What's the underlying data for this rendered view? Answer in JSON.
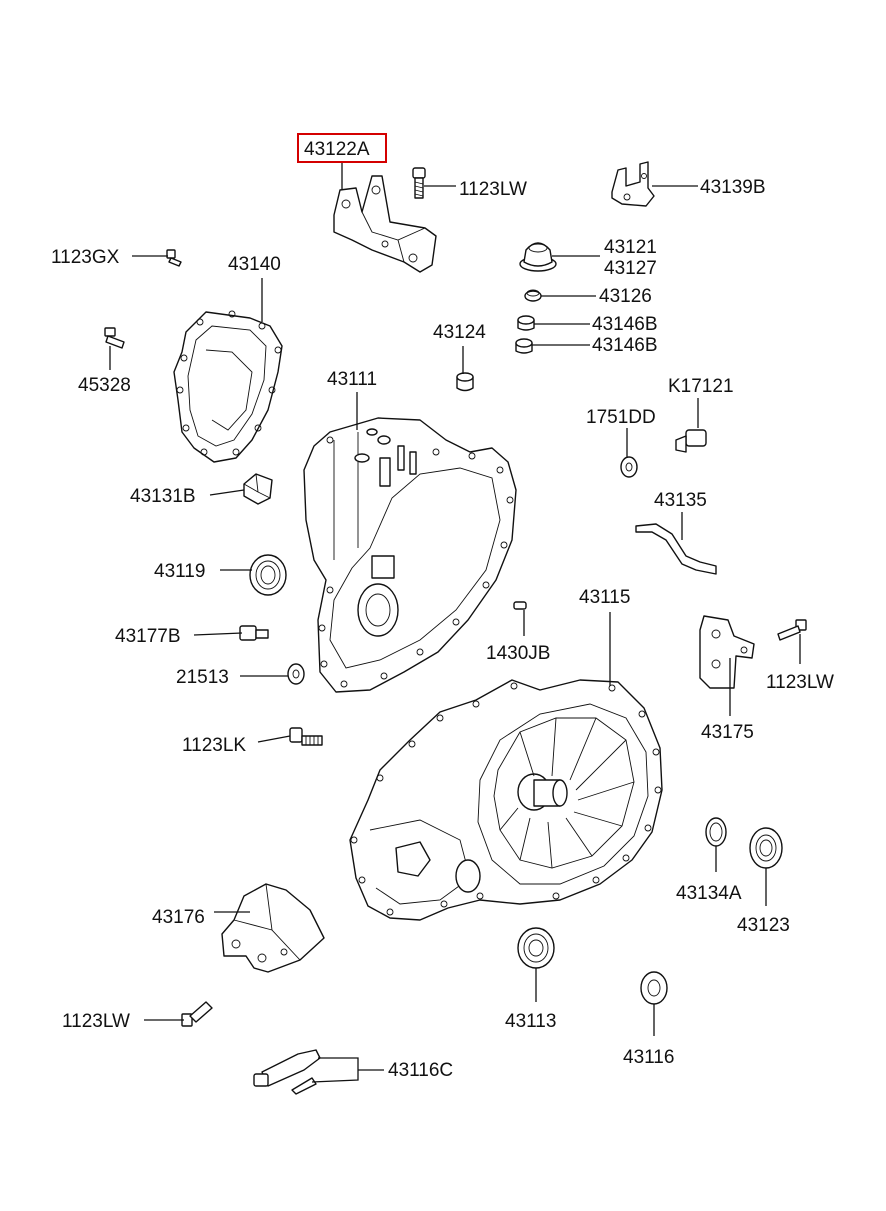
{
  "diagram": {
    "highlighted_part": "43122A",
    "highlight_color": "#d40000",
    "parts": [
      {
        "id": "p43122A",
        "label": "43122A"
      },
      {
        "id": "p1123LW_top",
        "label": "1123LW"
      },
      {
        "id": "p43139B",
        "label": "43139B"
      },
      {
        "id": "p1123GX",
        "label": "1123GX"
      },
      {
        "id": "p43140",
        "label": "43140"
      },
      {
        "id": "p43121",
        "label": "43121"
      },
      {
        "id": "p43127",
        "label": "43127"
      },
      {
        "id": "p43126",
        "label": "43126"
      },
      {
        "id": "p43146B_a",
        "label": "43146B"
      },
      {
        "id": "p43146B_b",
        "label": "43146B"
      },
      {
        "id": "p43124",
        "label": "43124"
      },
      {
        "id": "p45328",
        "label": "45328"
      },
      {
        "id": "p43111",
        "label": "43111"
      },
      {
        "id": "pK17121",
        "label": "K17121"
      },
      {
        "id": "p1751DD",
        "label": "1751DD"
      },
      {
        "id": "p43131B",
        "label": "43131B"
      },
      {
        "id": "p43135",
        "label": "43135"
      },
      {
        "id": "p43119",
        "label": "43119"
      },
      {
        "id": "p43115",
        "label": "43115"
      },
      {
        "id": "p43177B",
        "label": "43177B"
      },
      {
        "id": "p1430JB",
        "label": "1430JB"
      },
      {
        "id": "p21513",
        "label": "21513"
      },
      {
        "id": "p1123LW_right",
        "label": "1123LW"
      },
      {
        "id": "p43175",
        "label": "43175"
      },
      {
        "id": "p1123LK",
        "label": "1123LK"
      },
      {
        "id": "p43134A",
        "label": "43134A"
      },
      {
        "id": "p43123",
        "label": "43123"
      },
      {
        "id": "p43176",
        "label": "43176"
      },
      {
        "id": "p43113",
        "label": "43113"
      },
      {
        "id": "p1123LW_bottom",
        "label": "1123LW"
      },
      {
        "id": "p43116",
        "label": "43116"
      },
      {
        "id": "p43116C",
        "label": "43116C"
      }
    ]
  }
}
